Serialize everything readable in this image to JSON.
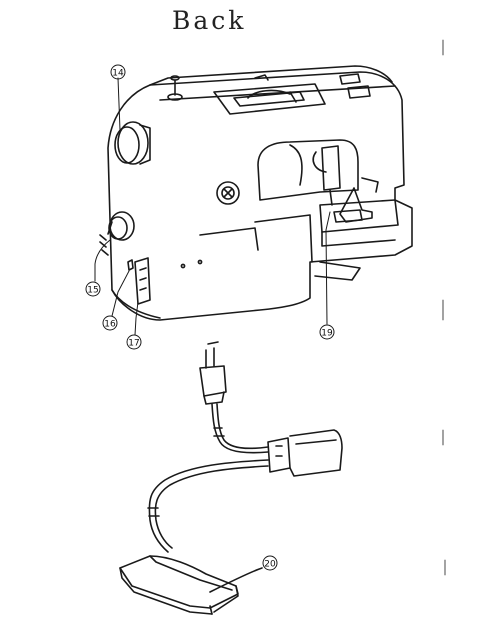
{
  "page": {
    "title": "Back"
  },
  "callouts": [
    {
      "id": "c14",
      "label": "14"
    },
    {
      "id": "c15",
      "label": "15"
    },
    {
      "id": "c16",
      "label": "16"
    },
    {
      "id": "c17",
      "label": "17"
    },
    {
      "id": "c19",
      "label": "19"
    },
    {
      "id": "c20",
      "label": "20"
    }
  ],
  "colors": {
    "ink": "#1a1a1a",
    "paper": "#ffffff"
  }
}
